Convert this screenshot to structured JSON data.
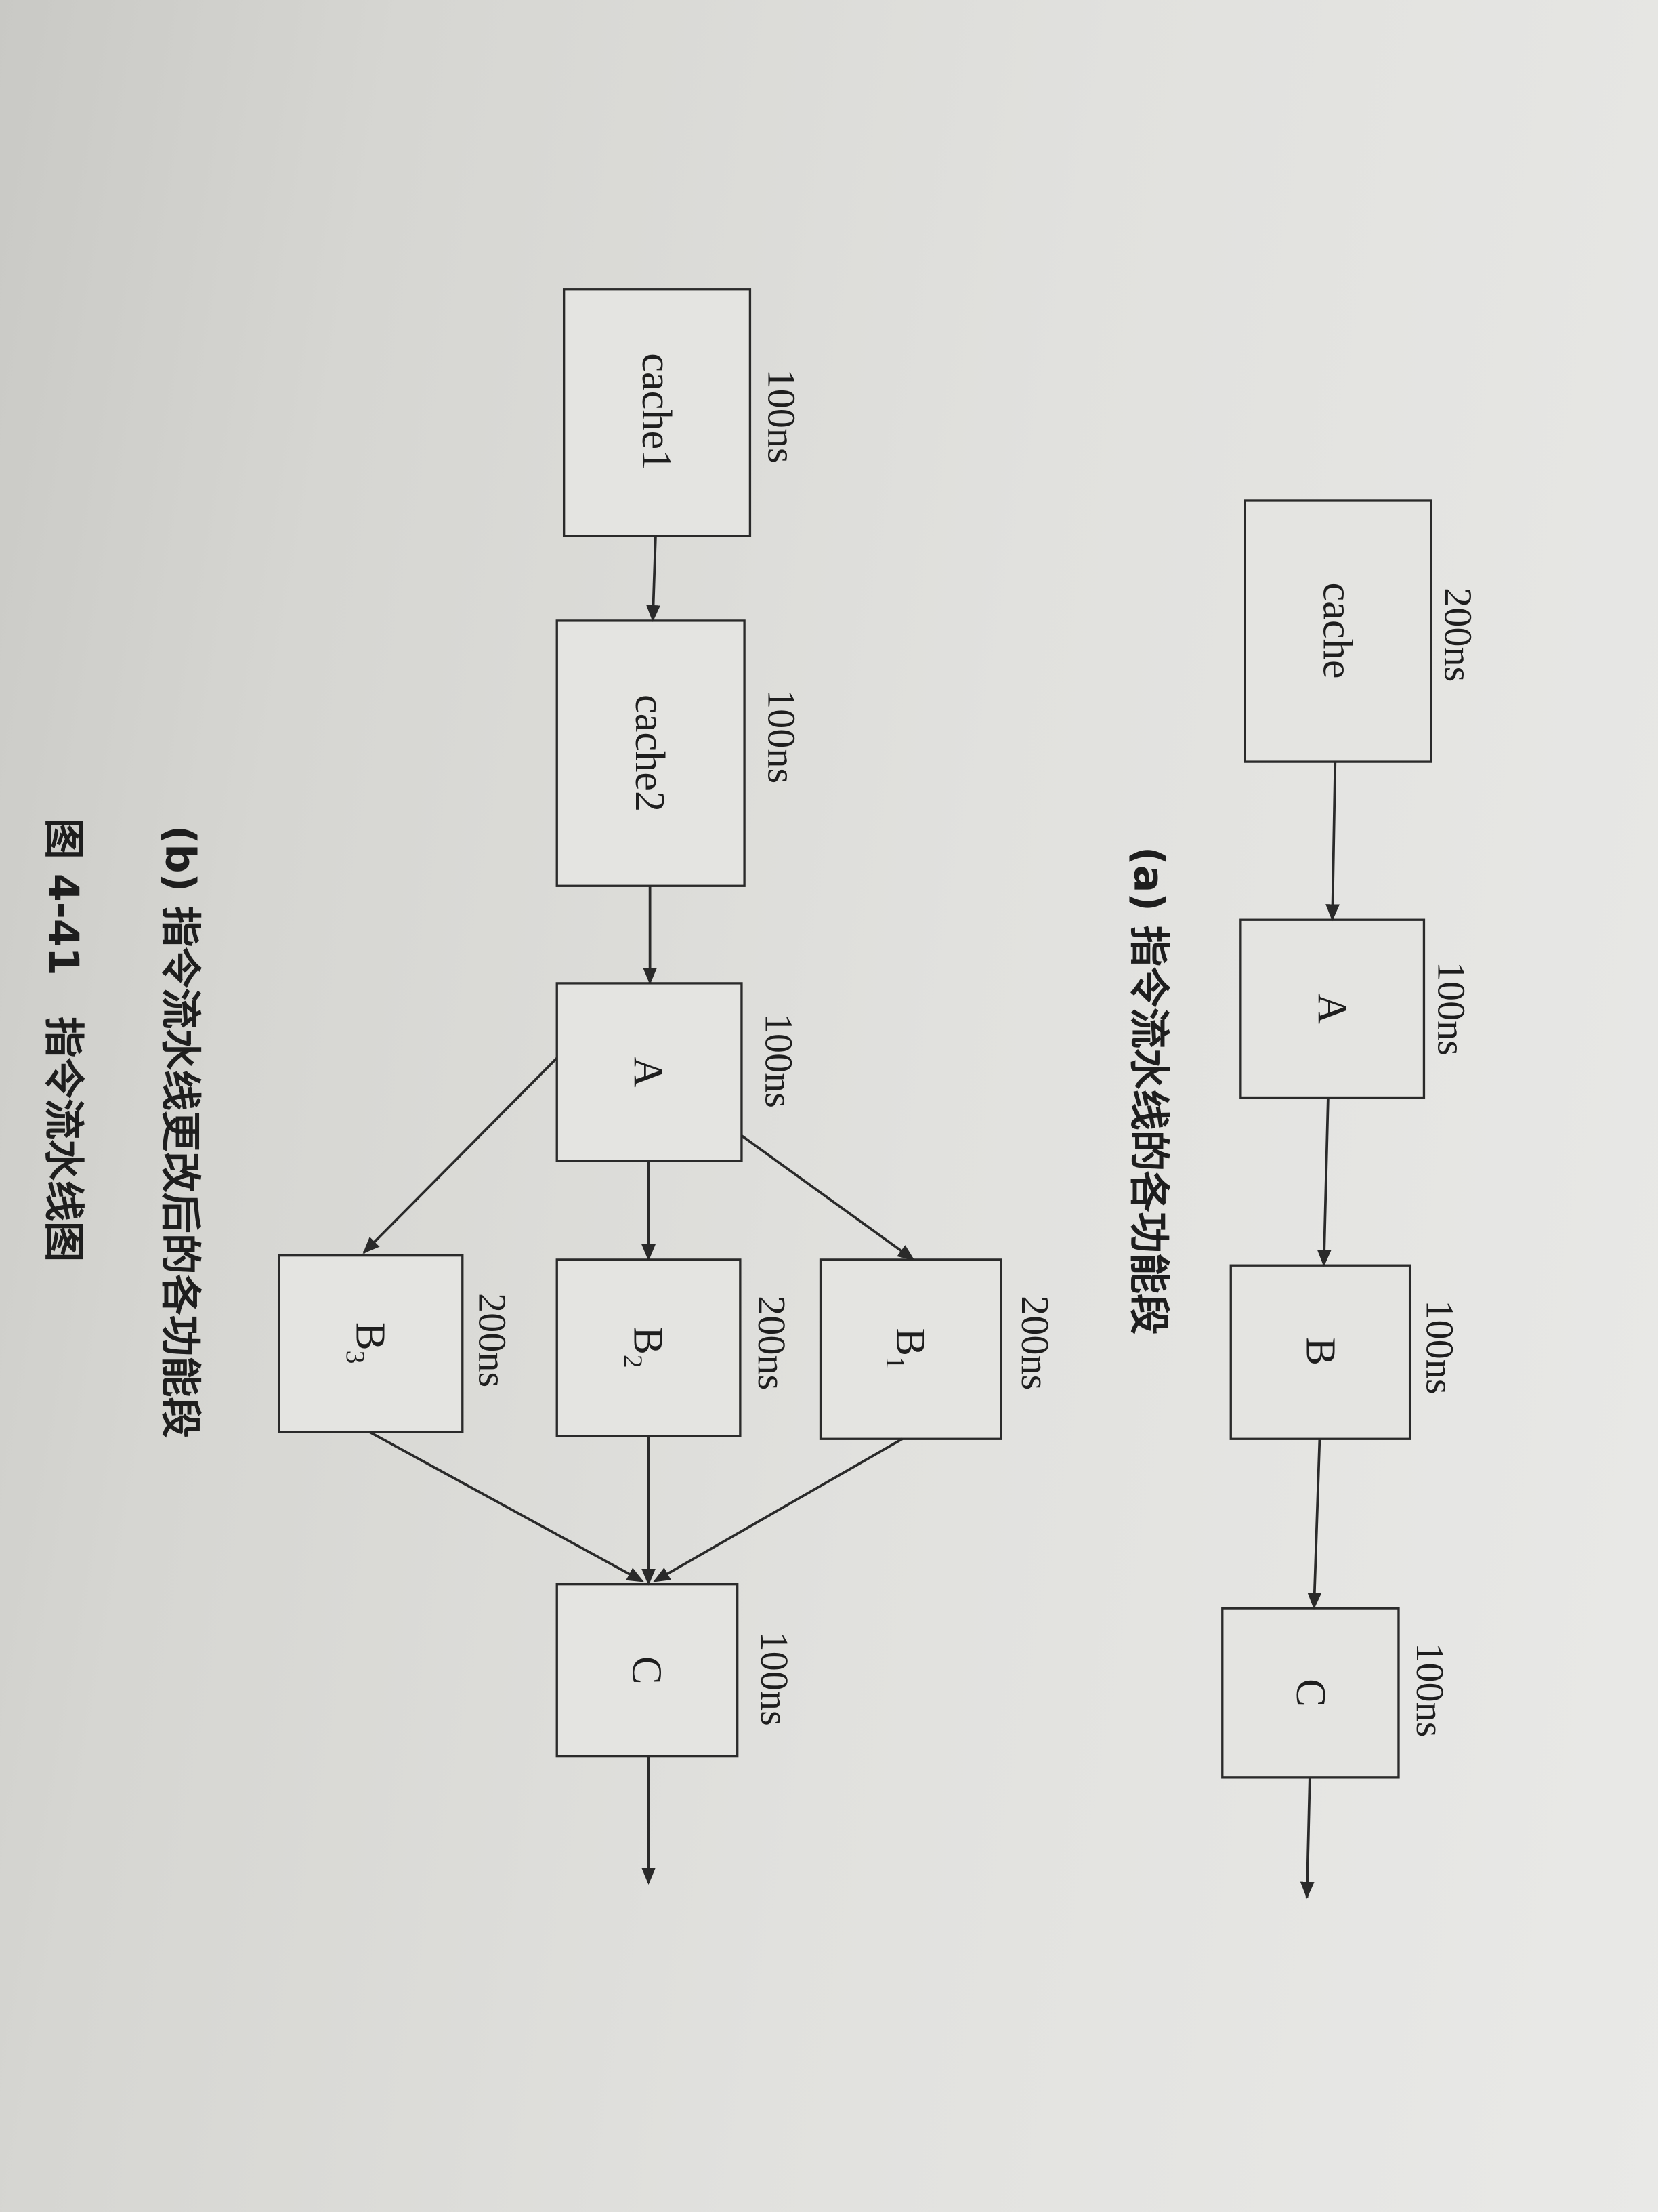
{
  "diagram_a": {
    "caption": "(a) 指令流水线的各功能段",
    "stages": [
      {
        "label": "cache",
        "time": "200ns"
      },
      {
        "label": "A",
        "time": "100ns"
      },
      {
        "label": "B",
        "time": "100ns"
      },
      {
        "label": "C",
        "time": "100ns"
      }
    ]
  },
  "diagram_b": {
    "caption": "(b) 指令流水线更改后的各功能段",
    "stages": {
      "cache1": {
        "label": "cache1",
        "time": "100ns"
      },
      "cache2": {
        "label": "cache2",
        "time": "100ns"
      },
      "A": {
        "label": "A",
        "time": "100ns"
      },
      "B1": {
        "label": "B",
        "sub": "1",
        "time": "200ns"
      },
      "B2": {
        "label": "B",
        "sub": "2",
        "time": "200ns"
      },
      "B3": {
        "label": "B",
        "sub": "3",
        "time": "200ns"
      },
      "C": {
        "label": "C",
        "time": "100ns"
      }
    }
  },
  "figure_caption": "图 4-41　指令流水线图"
}
